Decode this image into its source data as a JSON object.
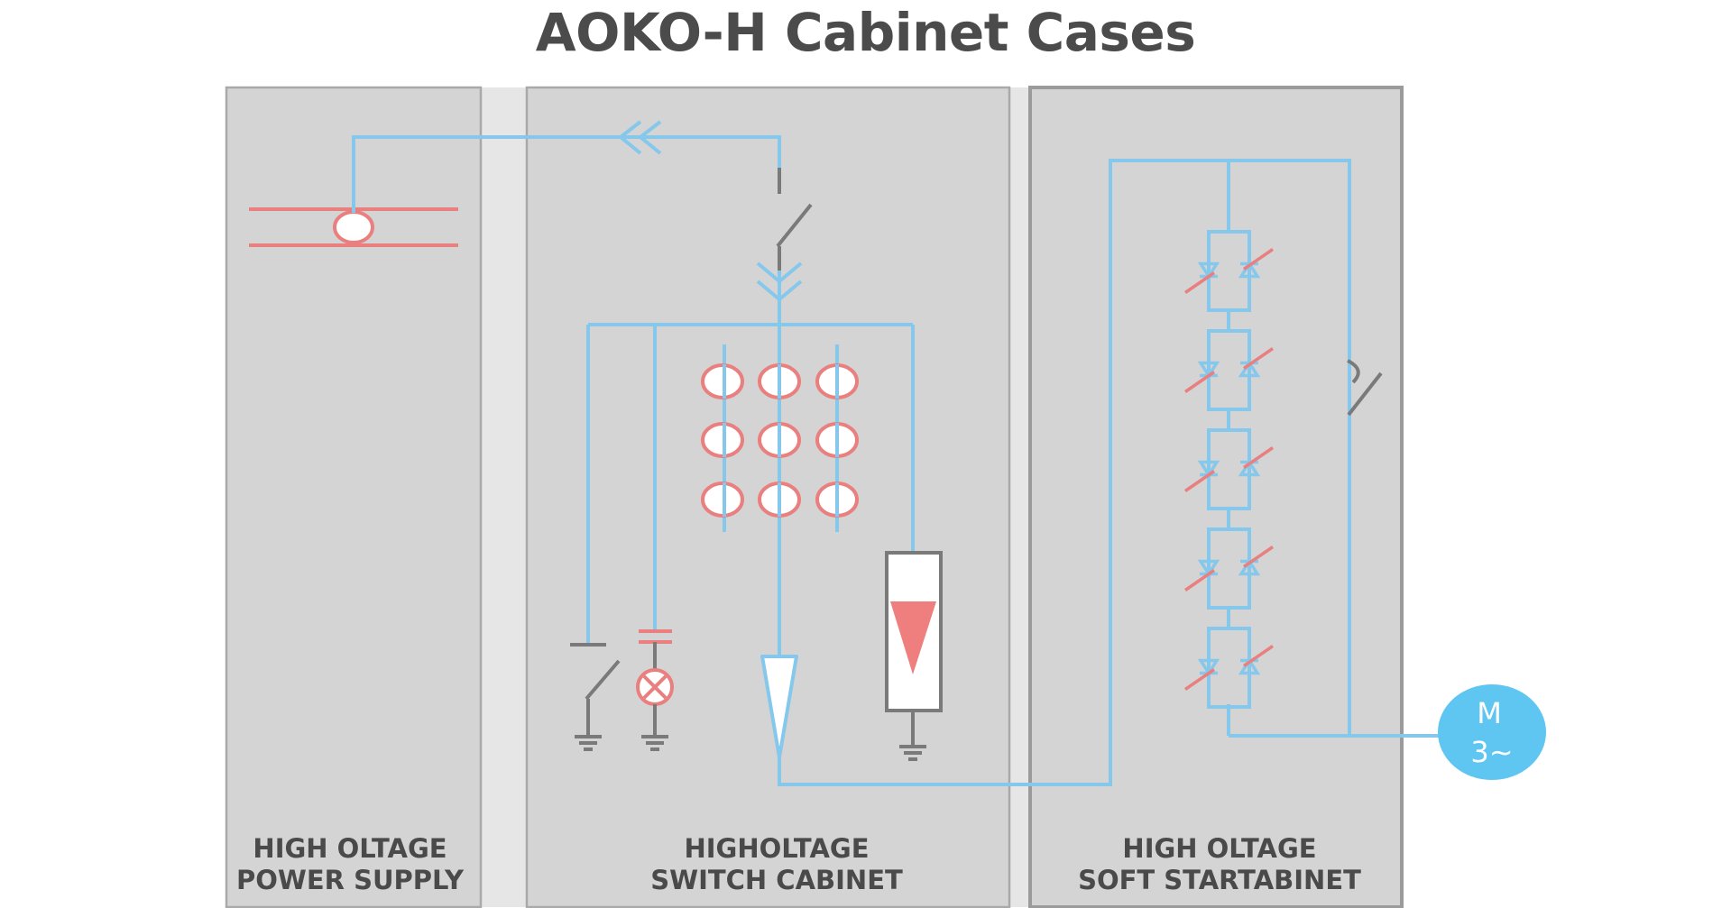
{
  "title": "AOKO-H Cabinet Cases",
  "panels": [
    {
      "line1": "HIGH OLTAGE",
      "line2": "POWER SUPPLY"
    },
    {
      "line1": "HIGHOLTAGE",
      "line2": "SWITCH CABINET"
    },
    {
      "line1": "HIGH OLTAGE",
      "line2": "SOFT STARTABINET"
    }
  ],
  "motor": {
    "line1": "M",
    "line2": "3~"
  },
  "colors": {
    "wire": "#86c8ec",
    "bus": "#e97f7f",
    "ground": "#7a7a7a",
    "motor": "#5ec6f0",
    "panel": "#d4d4d4",
    "gap": "#e6e6e6"
  }
}
